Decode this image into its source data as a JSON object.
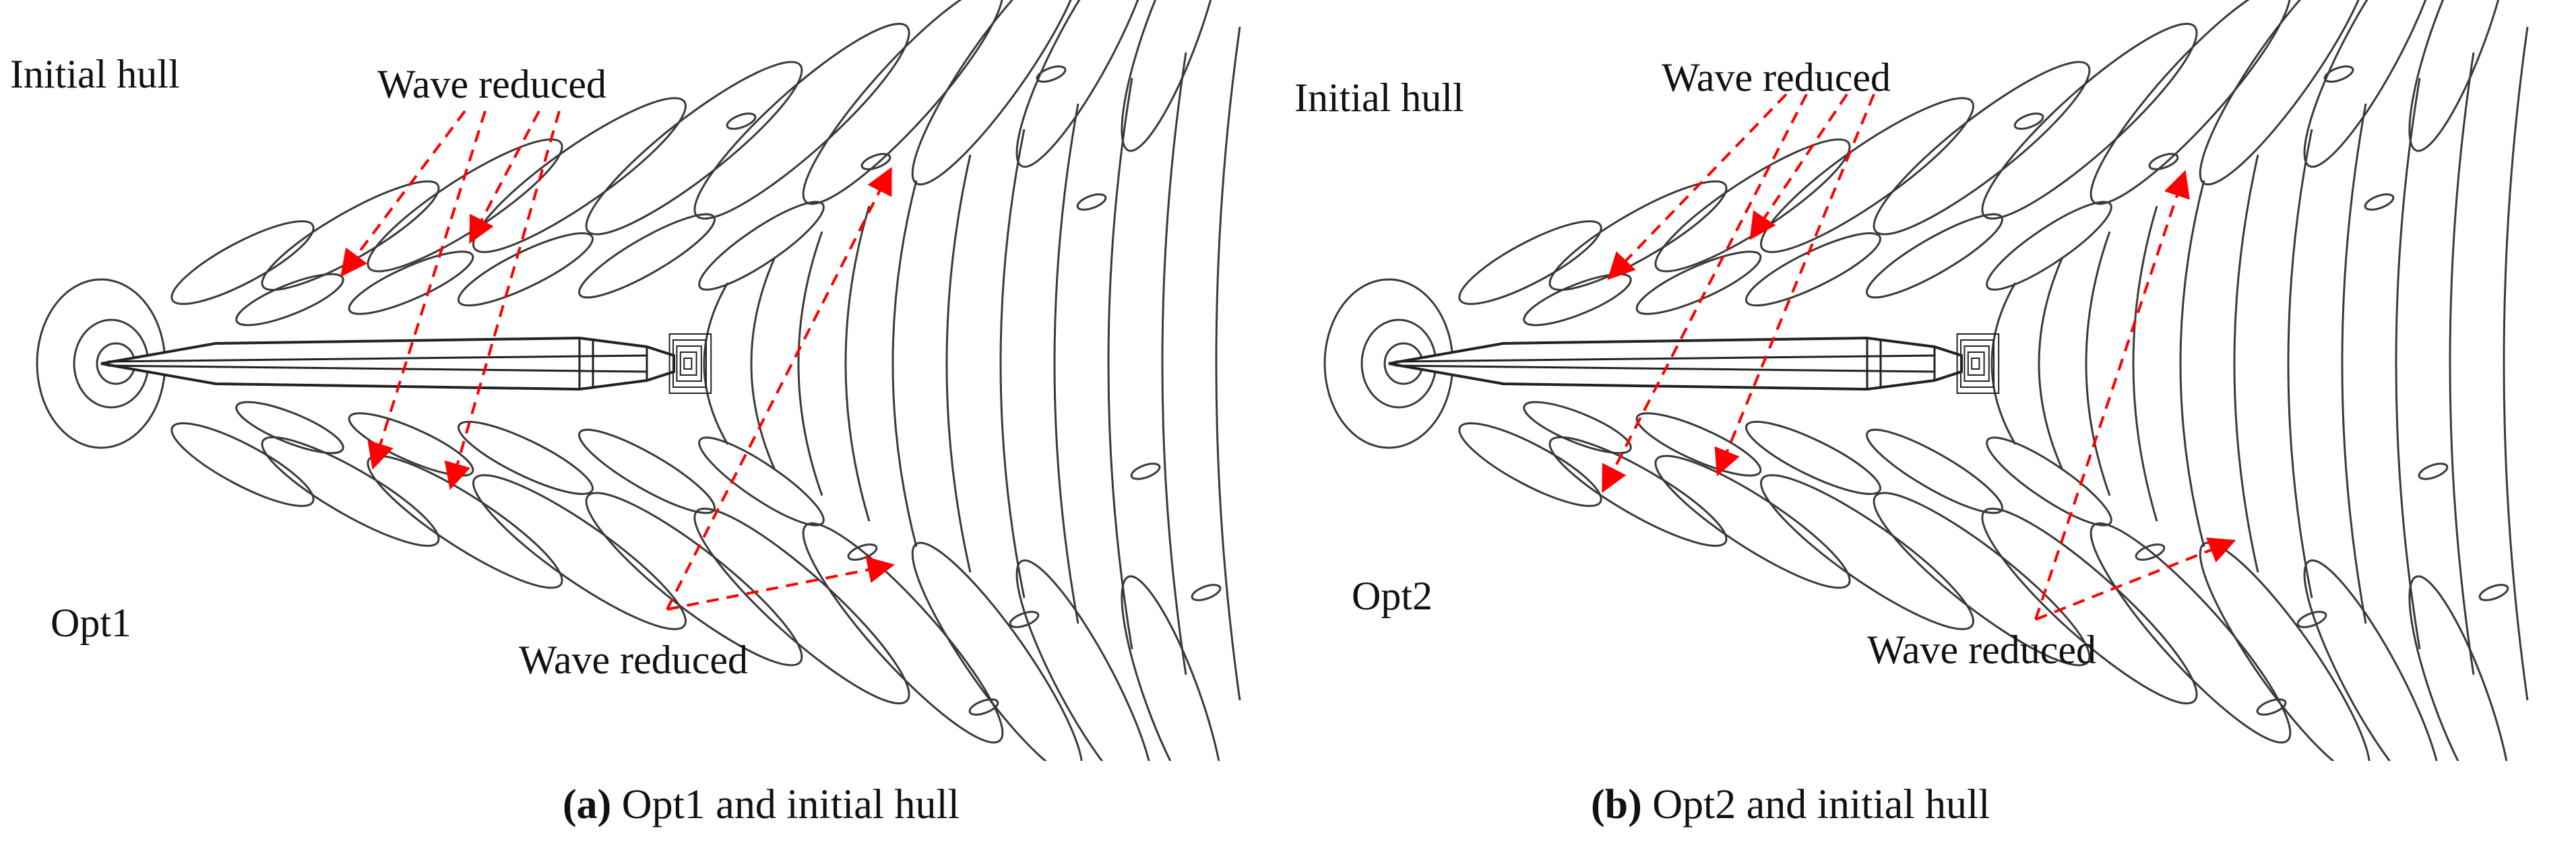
{
  "panels": [
    {
      "id": "a",
      "top_label": "Initial hull",
      "bottom_label": "Opt1",
      "annotation_top": "Wave reduced",
      "annotation_bottom": "Wave reduced",
      "caption_letter": "(a)",
      "caption_text": "Opt1 and initial hull"
    },
    {
      "id": "b",
      "top_label": "Initial hull",
      "bottom_label": "Opt2",
      "annotation_top": "Wave reduced",
      "annotation_bottom": "Wave reduced",
      "caption_letter": "(b)",
      "caption_text": "Opt2 and initial hull"
    }
  ],
  "colors": {
    "contour": "#3a3a3a",
    "hull": "#222222",
    "arrow": "#ff0000",
    "background": "#ffffff"
  }
}
